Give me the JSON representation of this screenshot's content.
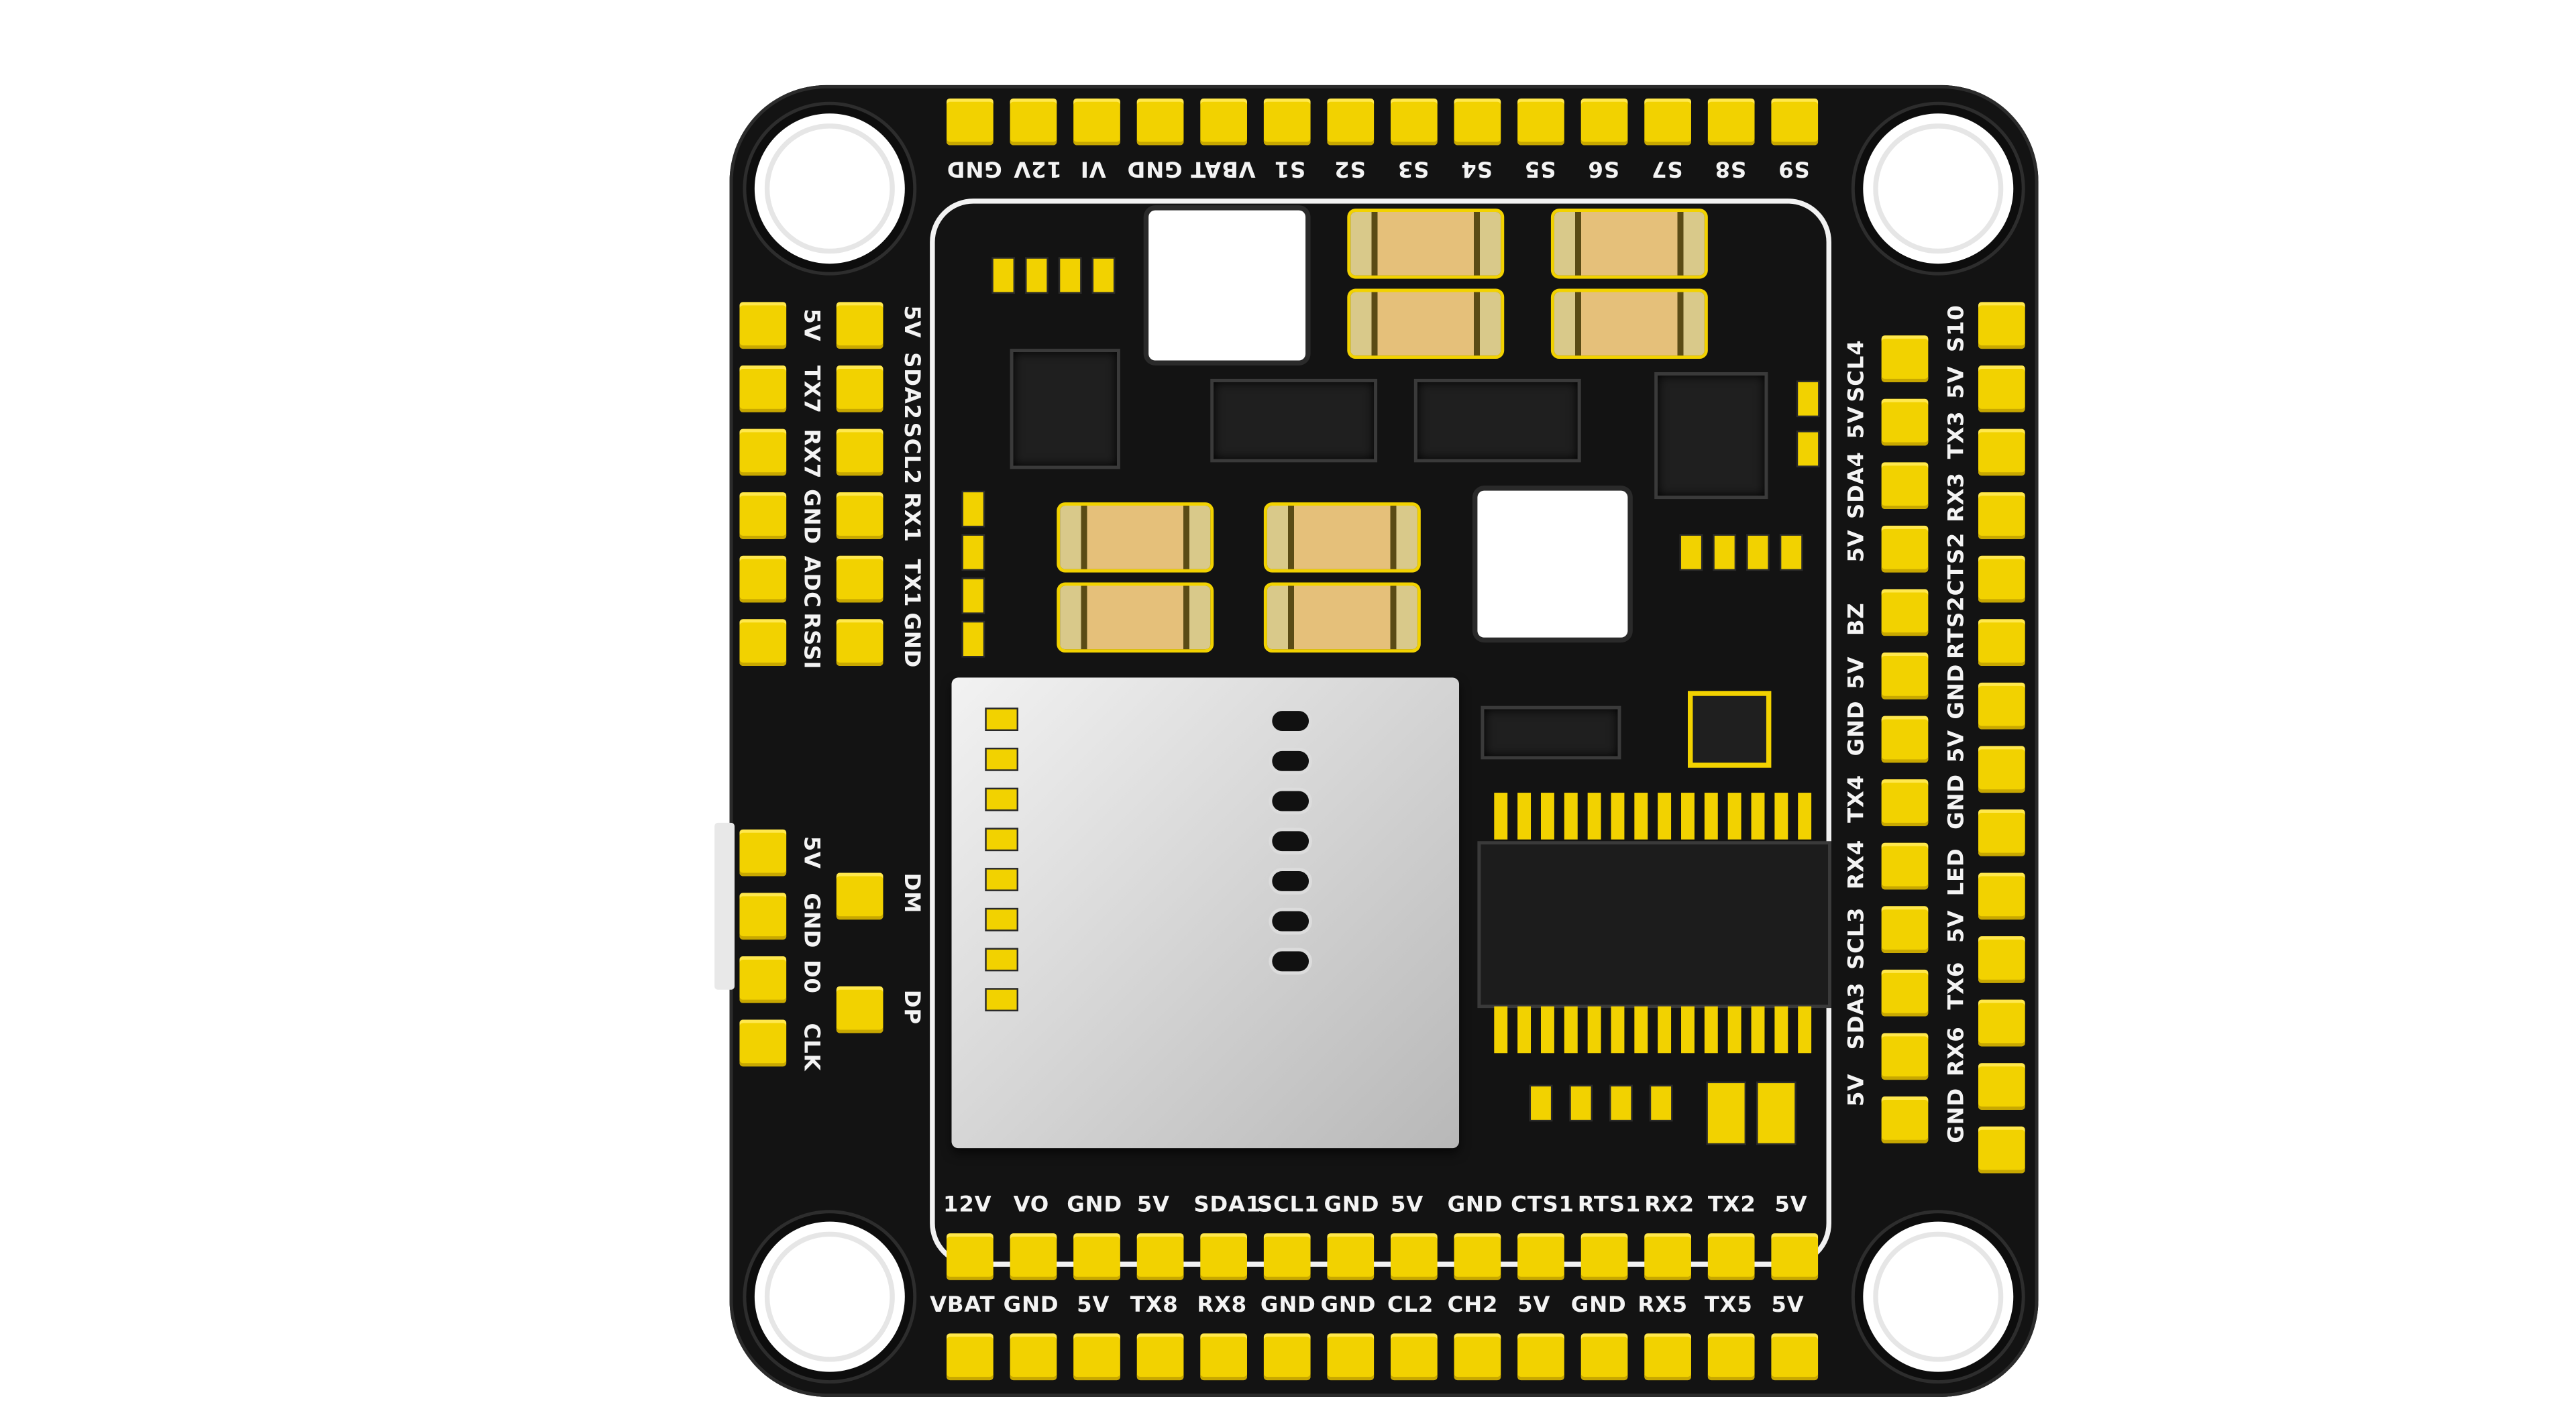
{
  "board": {
    "top_labels": [
      "GND",
      "12V",
      "VI",
      "GND",
      "VBAT",
      "S1",
      "S2",
      "S3",
      "S4",
      "S5",
      "S6",
      "S7",
      "S8",
      "S9"
    ],
    "bottom_inner_labels": [
      "12V",
      "VO",
      "GND",
      "5V",
      "SDA1",
      "SCL1",
      "GND",
      "5V",
      "GND",
      "CTS1",
      "RTS1",
      "RX2",
      "TX2",
      "5V"
    ],
    "bottom_outer_labels": [
      "VBAT",
      "GND",
      "5V",
      "TX8",
      "RX8",
      "GND",
      "GND",
      "CL2",
      "CH2",
      "5V",
      "GND",
      "RX5",
      "TX5",
      "5V"
    ],
    "left_outer_labels": [
      "5V",
      "TX7",
      "RX7",
      "GND",
      "ADC",
      "RSSI"
    ],
    "left_inner_labels": [
      "5V",
      "SDA2",
      "SCL2",
      "RX1",
      "TX1",
      "GND"
    ],
    "left_lower_labels": [
      "5V",
      "GND",
      "D0",
      "CLK"
    ],
    "usb_labels": [
      "DM",
      "DP"
    ],
    "right_inner_labels": [
      "SCL4",
      "5V",
      "SDA4",
      "5V",
      "BZ",
      "5V",
      "GND",
      "TX4",
      "RX4",
      "SCL3",
      "SDA3",
      "5V"
    ],
    "right_outer_labels": [
      "S10",
      "5V",
      "TX3",
      "RX3",
      "CTS2",
      "RTS2",
      "GND",
      "5V",
      "GND",
      "LED",
      "5V",
      "TX6",
      "RX6",
      "GND"
    ]
  }
}
